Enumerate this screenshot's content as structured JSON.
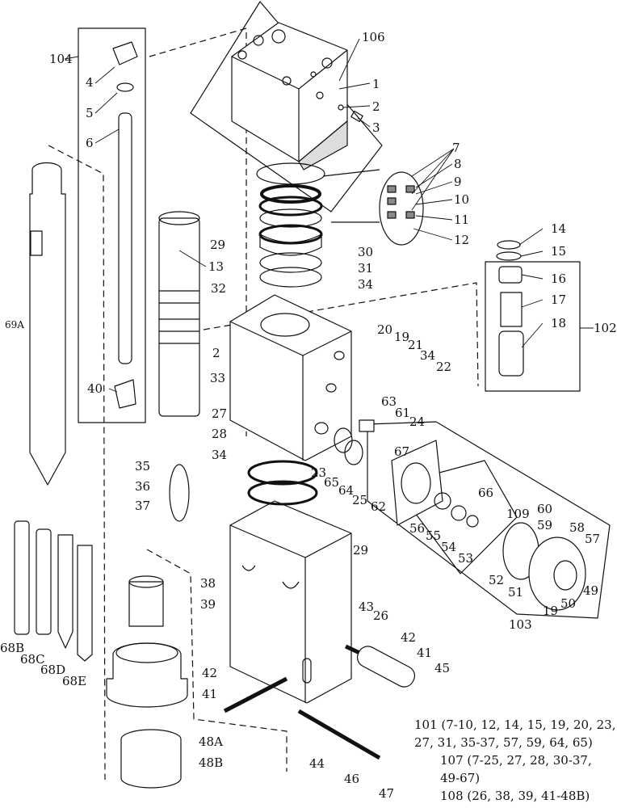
{
  "diagram": {
    "part_labels": {
      "p1": "1",
      "p2a": "2",
      "p3": "3",
      "p4": "4",
      "p5": "5",
      "p6": "6",
      "p7": "7",
      "p8": "8",
      "p9": "9",
      "p10": "10",
      "p11": "11",
      "p12": "12",
      "p13": "13",
      "p14": "14",
      "p15": "15",
      "p16": "16",
      "p17": "17",
      "p18": "18",
      "p19a": "19",
      "p19b": "19",
      "p20": "20",
      "p21": "21",
      "p22": "22",
      "p23": "23",
      "p24": "24",
      "p25": "25",
      "p26": "26",
      "p27": "27",
      "p28": "28",
      "p29a": "29",
      "p29b": "29",
      "p30": "30",
      "p31": "31",
      "p32": "32",
      "p33": "33",
      "p34a": "34",
      "p34b": "34",
      "p34c": "34",
      "p35": "35",
      "p36": "36",
      "p37": "37",
      "p38": "38",
      "p39": "39",
      "p40": "40",
      "p41a": "41",
      "p41b": "41",
      "p42a": "42",
      "p42b": "42",
      "p43": "43",
      "p44": "44",
      "p45": "45",
      "p46": "46",
      "p47": "47",
      "p48A": "48A",
      "p48B": "48B",
      "p49": "49",
      "p50": "50",
      "p51": "51",
      "p52": "52",
      "p53": "53",
      "p54": "54",
      "p55": "55",
      "p56": "56",
      "p57": "57",
      "p58": "58",
      "p59": "59",
      "p60": "60",
      "p61": "61",
      "p62": "62",
      "p63": "63",
      "p64": "64",
      "p65": "65",
      "p66": "66",
      "p67": "67",
      "p2b": "2",
      "p102": "102",
      "p103": "103",
      "p104": "104",
      "p106": "106",
      "p109": "109",
      "p68B": "68B",
      "p68C": "68C",
      "p68D": "68D",
      "p68E": "68E",
      "p69A": "69A"
    },
    "assembly_notes": [
      "101 (7-10, 12, 14, 15, 19, 20, 23,",
      "27, 31, 35-37, 57, 59, 64, 65)",
      "107 (7-25, 27, 28, 30-37,",
      "49-67)",
      "108 (26, 38, 39, 41-48B)"
    ],
    "colors": {
      "ink": "#111111",
      "background": "#ffffff",
      "shade": "#dddddd"
    }
  }
}
